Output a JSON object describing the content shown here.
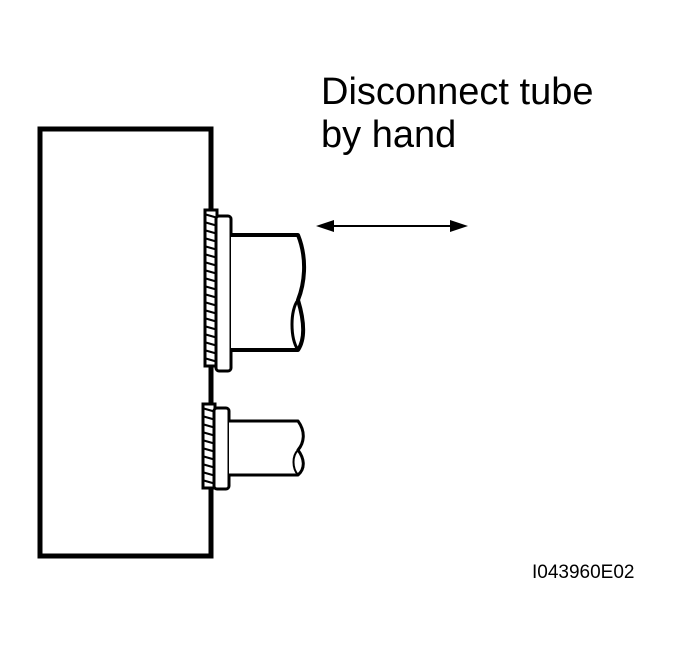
{
  "instruction": {
    "line1": "Disconnect tube",
    "line2": "by hand"
  },
  "figure_code": "I043960E02",
  "colors": {
    "ink": "#000000",
    "background": "#ffffff"
  },
  "icons": {
    "direction_indicator": "double-headed-arrow"
  }
}
